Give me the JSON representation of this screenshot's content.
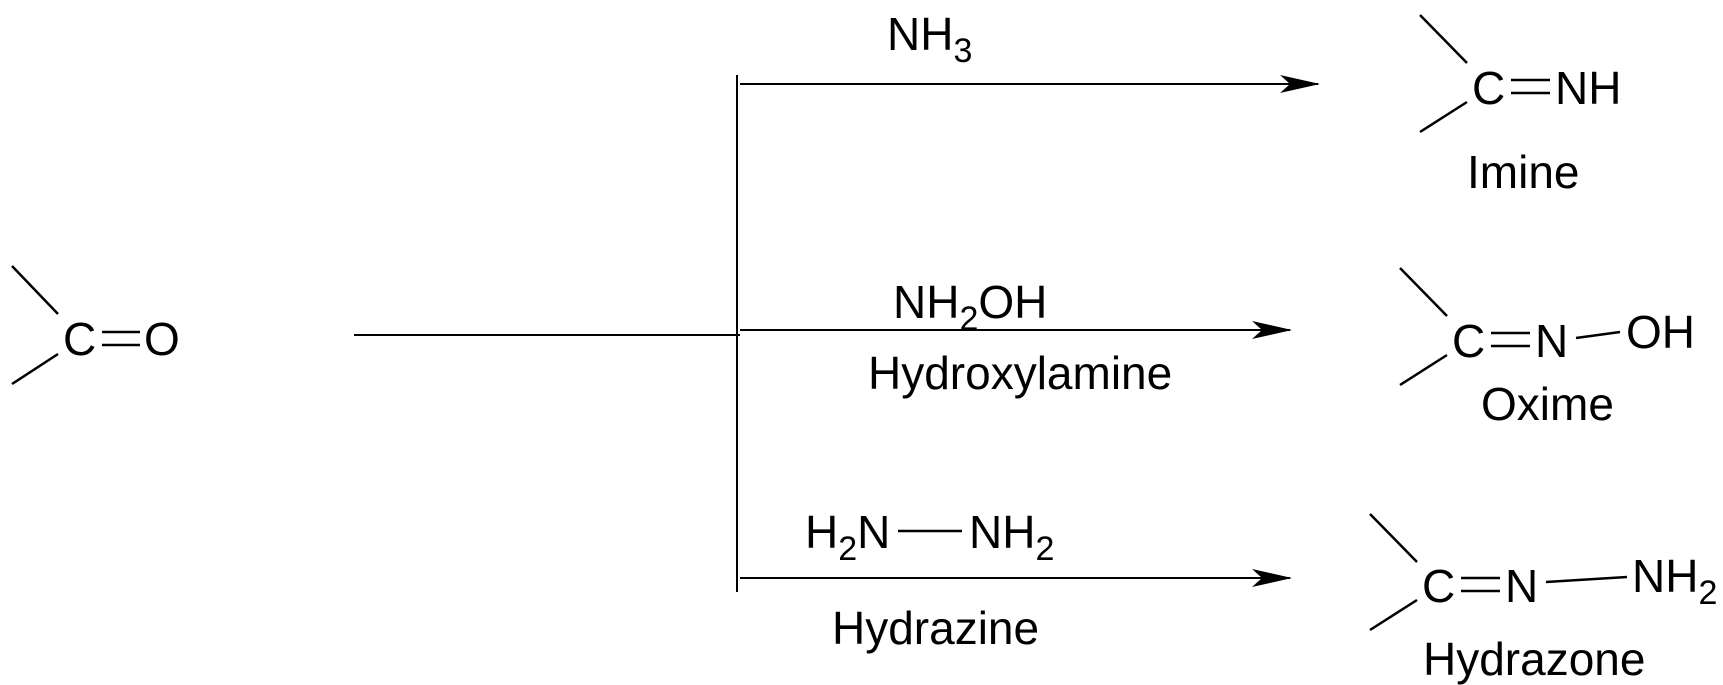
{
  "diagram": {
    "reactant": {
      "carbon": "C",
      "double_bond": "=",
      "oxygen": "O"
    },
    "branches": [
      {
        "reagent_formula": {
          "main": "NH",
          "sub": "3"
        },
        "reagent_name": "",
        "product": {
          "atoms": [
            "C",
            "=",
            "NH"
          ],
          "label": "Imine"
        }
      },
      {
        "reagent_formula": {
          "main": "NH",
          "sub": "2",
          "tail": "OH"
        },
        "reagent_name": "Hydroxylamine",
        "product": {
          "atoms": [
            "C",
            "=",
            "N",
            "—",
            "OH"
          ],
          "label": "Oxime"
        }
      },
      {
        "reagent_formula": {
          "left_main": "H",
          "left_sub": "2",
          "left_tail": "N",
          "right_main": "NH",
          "right_sub": "2"
        },
        "reagent_name": "Hydrazine",
        "product": {
          "atoms": [
            "C",
            "=",
            "N",
            "—",
            "NH",
            "2"
          ],
          "label": "Hydrazone"
        }
      }
    ]
  }
}
